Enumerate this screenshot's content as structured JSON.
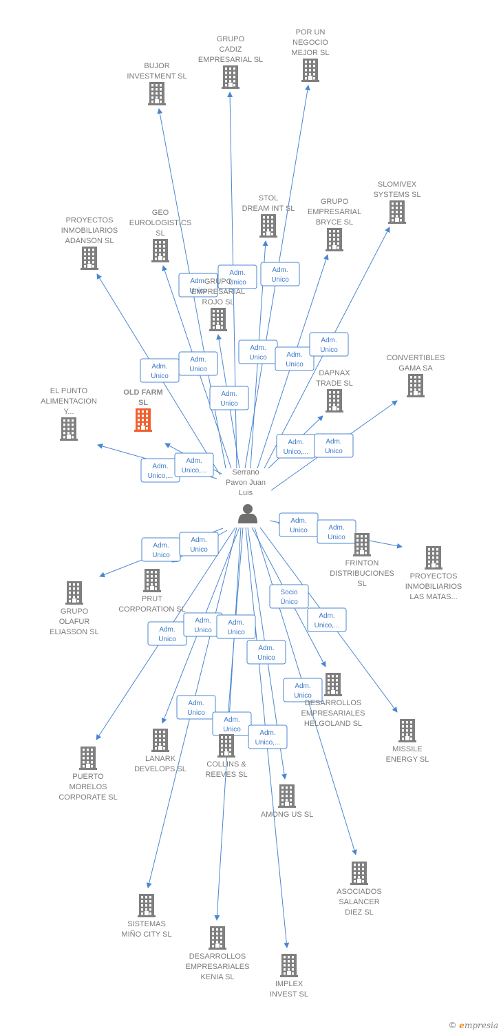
{
  "center": {
    "label": [
      "Serrano",
      "Pavon Juan",
      "Luis"
    ]
  },
  "colors": {
    "edge": "#4a86d0",
    "node": "#7f7f7f",
    "highlight": "#f06030"
  },
  "nodes": [
    {
      "id": "bujor",
      "label": [
        "BUJOR",
        "INVESTMENT SL"
      ]
    },
    {
      "id": "grupo-cadiz",
      "label": [
        "GRUPO",
        "CADIZ",
        "EMPRESARIAL SL"
      ]
    },
    {
      "id": "por-un-negocio",
      "label": [
        "POR UN",
        "NEGOCIO",
        "MEJOR SL"
      ]
    },
    {
      "id": "slomivex",
      "label": [
        "SLOMIVEX",
        "SYSTEMS SL"
      ]
    },
    {
      "id": "stol",
      "label": [
        "STOL",
        "DREAM INT SL"
      ]
    },
    {
      "id": "grupo-bryce",
      "label": [
        "GRUPO",
        "EMPRESARIAL",
        "BRYCE SL"
      ]
    },
    {
      "id": "proyectos-adanson",
      "label": [
        "PROYECTOS",
        "INMOBILIARIOS",
        "ADANSON SL"
      ]
    },
    {
      "id": "geo",
      "label": [
        "GEO",
        "EUROLOGISTICS",
        "SL"
      ]
    },
    {
      "id": "grupo-rojo",
      "label": [
        "GRUPO",
        "EMPRESARIAL",
        "ROJO SL"
      ]
    },
    {
      "id": "convertibles",
      "label": [
        "CONVERTIBLES",
        "GAMA SA"
      ]
    },
    {
      "id": "dapnax",
      "label": [
        "DAPNAX",
        "TRADE  SL"
      ]
    },
    {
      "id": "old-farm",
      "label": [
        "OLD FARM",
        "SL"
      ],
      "highlight": true
    },
    {
      "id": "el-punto",
      "label": [
        "EL PUNTO",
        "ALIMENTACION",
        "Y..."
      ]
    },
    {
      "id": "frinton",
      "label": [
        "FRINTON",
        "DISTRIBUCIONES",
        "SL"
      ]
    },
    {
      "id": "proyectos-matas",
      "label": [
        "PROYECTOS",
        "INMOBILIARIOS",
        "LAS MATAS..."
      ]
    },
    {
      "id": "prut",
      "label": [
        "PRUT",
        "CORPORATION SL"
      ]
    },
    {
      "id": "grupo-olafur",
      "label": [
        "GRUPO",
        "OLAFUR",
        "ELIASSON SL"
      ]
    },
    {
      "id": "helgoland",
      "label": [
        "DESARROLLOS",
        "EMPRESARIALES",
        "HELGOLAND SL"
      ]
    },
    {
      "id": "missile",
      "label": [
        "MISSILE",
        "ENERGY  SL"
      ]
    },
    {
      "id": "lanark",
      "label": [
        "LANARK",
        "DEVELOPS SL"
      ]
    },
    {
      "id": "collins",
      "label": [
        "COLLINS &",
        "REEVES SL"
      ]
    },
    {
      "id": "puerto",
      "label": [
        "PUERTO",
        "MORELOS",
        "CORPORATE SL"
      ]
    },
    {
      "id": "among",
      "label": [
        "AMONG US  SL"
      ]
    },
    {
      "id": "asociados",
      "label": [
        "ASOCIADOS",
        "SALANCER",
        "DIEZ SL"
      ]
    },
    {
      "id": "sistemas",
      "label": [
        "SISTEMAS",
        "MIÑO CITY SL"
      ]
    },
    {
      "id": "kenia",
      "label": [
        "DESARROLLOS",
        "EMPRESARIALES",
        "KENIA SL"
      ]
    },
    {
      "id": "implex",
      "label": [
        "IMPLEX",
        "INVEST  SL"
      ]
    }
  ],
  "edges": [
    {
      "to": "bujor",
      "badge": [
        "Adm.",
        "Unico"
      ]
    },
    {
      "to": "grupo-cadiz",
      "badge": [
        "Adm.",
        "Unico"
      ]
    },
    {
      "to": "por-un-negocio",
      "badge": [
        "Adm.",
        "Unico"
      ]
    },
    {
      "to": "stol",
      "badge": [
        "Adm.",
        "Unico"
      ]
    },
    {
      "to": "grupo-bryce",
      "badge": [
        "Adm.",
        "Unico"
      ]
    },
    {
      "to": "slomivex",
      "badge": [
        "Adm.",
        "Unico"
      ]
    },
    {
      "to": "proyectos-adanson",
      "badge": [
        "Adm.",
        "Unico"
      ]
    },
    {
      "to": "geo",
      "badge": [
        "Adm.",
        "Unico"
      ]
    },
    {
      "to": "grupo-rojo",
      "badge": [
        "Adm.",
        "Unico"
      ]
    },
    {
      "to": "dapnax",
      "badge": [
        "Adm.",
        "Unico,..."
      ]
    },
    {
      "to": "convertibles",
      "badge": [
        "Adm.",
        "Unico"
      ]
    },
    {
      "to": "el-punto",
      "badge": [
        "Adm.",
        "Unico,..."
      ]
    },
    {
      "to": "old-farm",
      "badge": [
        "Adm.",
        "Unico,..."
      ]
    },
    {
      "to": "frinton",
      "badge": [
        "Adm.",
        "Unico"
      ]
    },
    {
      "to": "proyectos-matas",
      "badge": [
        "Adm.",
        "Unico"
      ]
    },
    {
      "to": "grupo-olafur",
      "badge": [
        "Adm.",
        "Unico"
      ]
    },
    {
      "to": "prut",
      "badge": [
        "Adm.",
        "Unico"
      ]
    },
    {
      "to": "helgoland",
      "badge": [
        "Socio",
        "Único"
      ]
    },
    {
      "to": "missile",
      "badge": [
        "Adm.",
        "Unico,..."
      ]
    },
    {
      "to": "puerto",
      "badge": [
        "Adm.",
        "Unico"
      ]
    },
    {
      "to": "lanark",
      "badge": [
        "Adm.",
        "Unico"
      ]
    },
    {
      "to": "collins",
      "badge": [
        "Adm.",
        "Unico"
      ]
    },
    {
      "to": "among",
      "badge": [
        "Adm.",
        "Unico"
      ]
    },
    {
      "to": "asociados",
      "badge": [
        "Adm.",
        "Unico"
      ]
    },
    {
      "to": "sistemas",
      "badge": [
        "Adm.",
        "Unico"
      ]
    },
    {
      "to": "kenia",
      "badge": [
        "Adm.",
        "Unico"
      ]
    },
    {
      "to": "implex",
      "badge": [
        "Adm.",
        "Unico,..."
      ]
    }
  ],
  "footer": {
    "copyright": "©",
    "brand_initial": "e",
    "brand_rest": "mpresia"
  }
}
